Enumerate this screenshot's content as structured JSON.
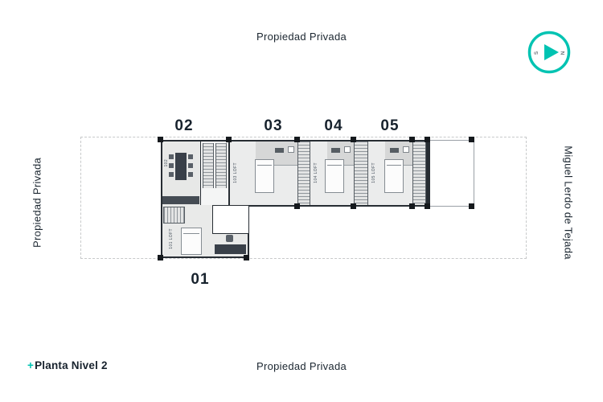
{
  "page": {
    "top_label": "Propiedad Privada",
    "bottom_label": "Propiedad Privada",
    "left_label": "Propiedad Privada",
    "right_label": "Miguel Lerdo de Tejada",
    "title": {
      "plus": "+",
      "text": "Planta Nivel 2"
    }
  },
  "compass": {
    "north": "N",
    "south": "S"
  },
  "plan": {
    "units": [
      {
        "number": "01",
        "tag": "101 LOFT"
      },
      {
        "number": "02",
        "tag": "102"
      },
      {
        "number": "03",
        "tag": "103 LOFT"
      },
      {
        "number": "04",
        "tag": "104 LOFT"
      },
      {
        "number": "05",
        "tag": "105 LOFT"
      }
    ]
  },
  "colors": {
    "accent": "#00c3b2",
    "ink": "#17222d"
  }
}
